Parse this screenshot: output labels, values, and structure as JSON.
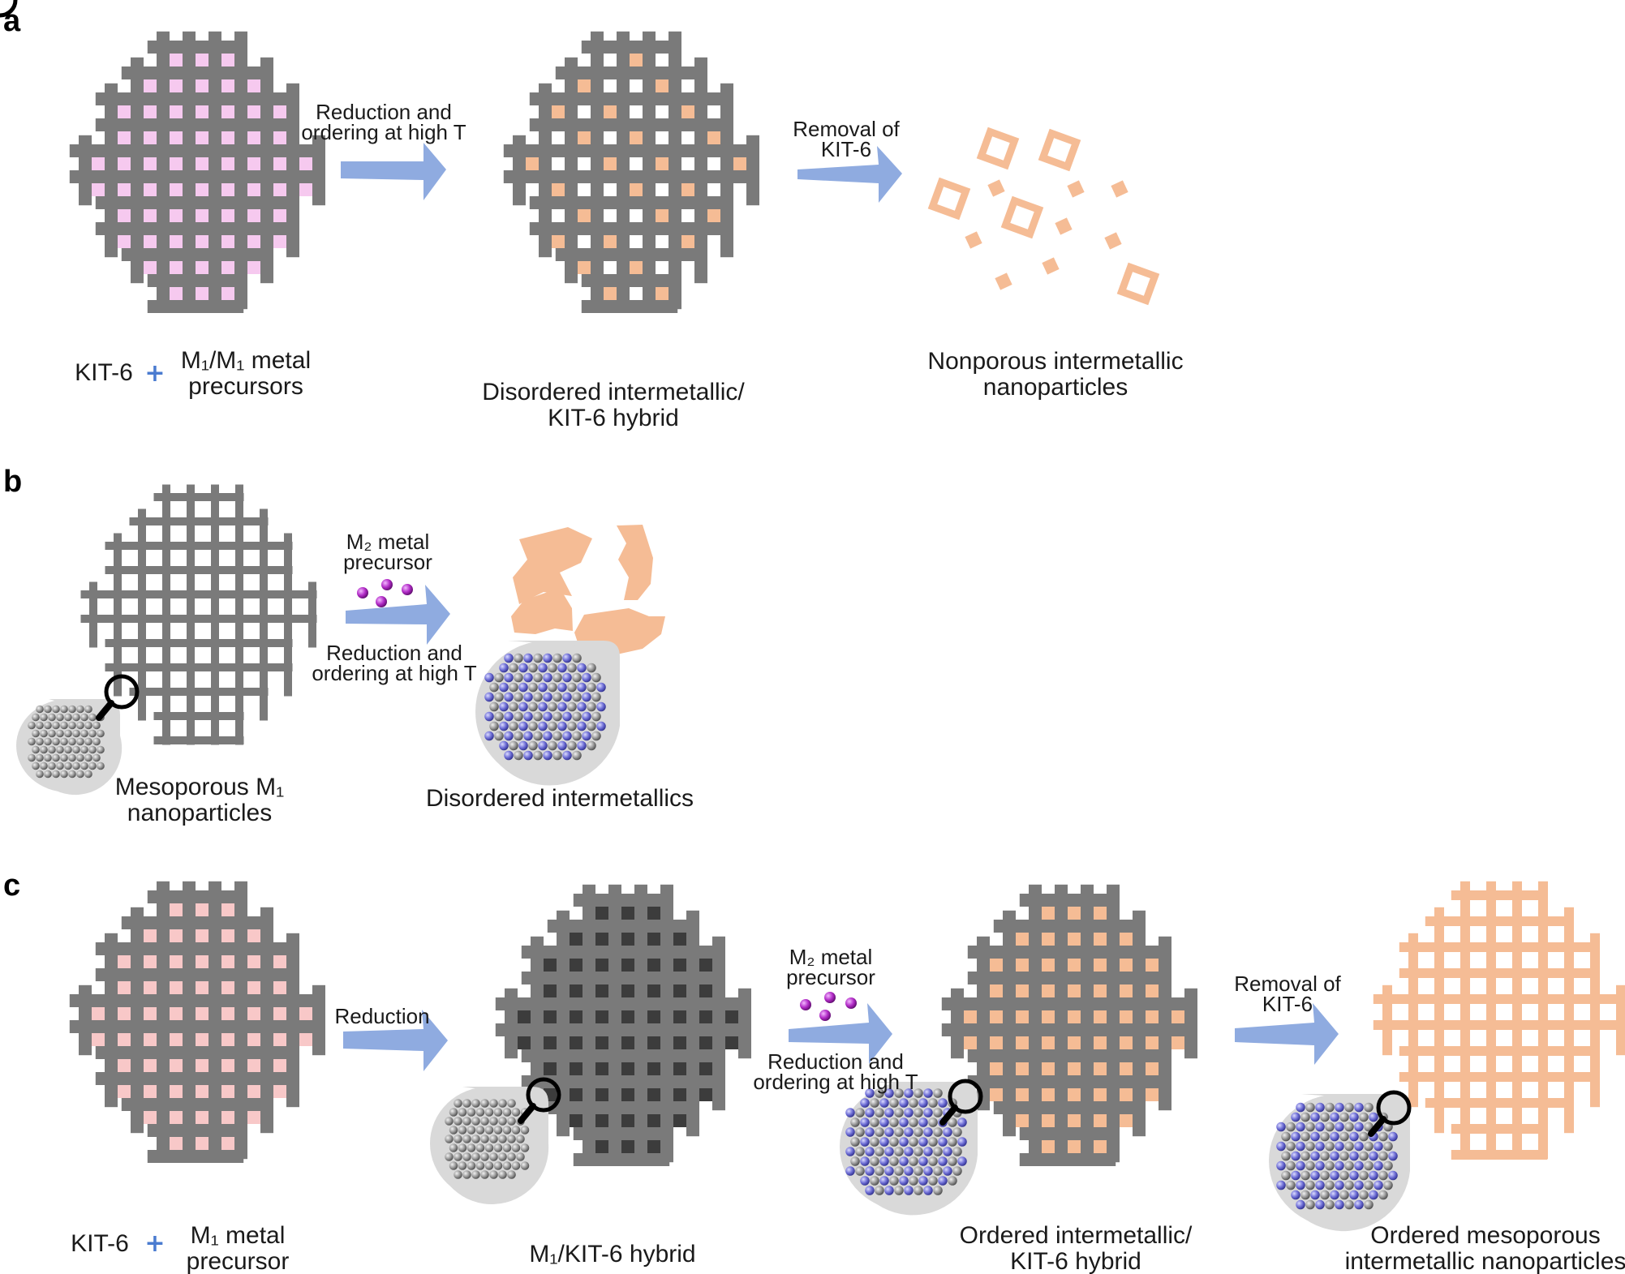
{
  "panels": {
    "a": {
      "letter": "a",
      "start_label_1": "KIT-6",
      "plus": "+",
      "start_label_2_line1": "M₁/M₁ metal",
      "start_label_2_line2": "precursors",
      "arrow1_line1": "Reduction and",
      "arrow1_line2": "ordering at high T",
      "mid_label_line1": "Disordered intermetallic/",
      "mid_label_line2": "KIT-6 hybrid",
      "arrow2_line1": "Removal of",
      "arrow2_line2": "KIT-6",
      "end_label_line1": "Nonporous intermetallic",
      "end_label_line2": "nanoparticles"
    },
    "b": {
      "letter": "b",
      "start_label_line1": "Mesoporous M₁",
      "start_label_line2": "nanoparticles",
      "arrow_top_line1": "M₂ metal",
      "arrow_top_line2": "precursor",
      "arrow_bottom_line1": "Reduction and",
      "arrow_bottom_line2": "ordering at high T",
      "end_label": "Disordered intermetallics"
    },
    "c": {
      "letter": "c",
      "start_label_1": "KIT-6",
      "plus": "+",
      "start_label_2_line1": "M₁ metal",
      "start_label_2_line2": "precursor",
      "arrow1": "Reduction",
      "hybrid_label": "M₁/KIT-6 hybrid",
      "arrow2_top_line1": "M₂ metal",
      "arrow2_top_line2": "precursor",
      "arrow2_bottom_line1": "Reduction and",
      "arrow2_bottom_line2": "ordering at high T",
      "ordered_label_line1": "Ordered intermetallic/",
      "ordered_label_line2": "KIT-6 hybrid",
      "arrow3_line1": "Removal of",
      "arrow3_line2": "KIT-6",
      "end_label_line1": "Ordered mesoporous",
      "end_label_line2": "intermetallic nanoparticles"
    }
  },
  "colors": {
    "silica_grid": "#7a7a7a",
    "precursor_pink": "#f6c9ef",
    "precursor_rose": "#f8c8c8",
    "intermetallic_orange": "#f5bc95",
    "m1_dark": "#3c3c3c",
    "arrow_blue": "#8fabe0",
    "m2_purple": "#b22cc7",
    "magnifier_bg": "#d9d9d9",
    "atom_grey": "#9a9a9a",
    "atom_blue": "#6f6fd6"
  }
}
